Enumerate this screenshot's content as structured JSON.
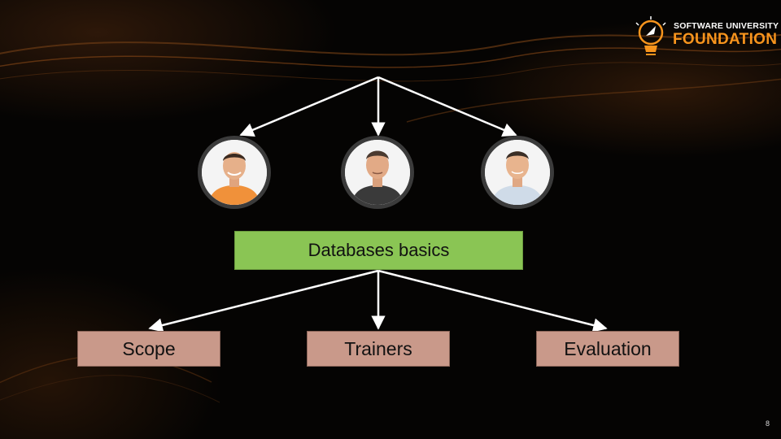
{
  "logo": {
    "line1": "SOFTWARE UNIVERSITY",
    "line2": "FOUNDATION",
    "icon": "lightbulb-rocket-icon",
    "accent_color": "#f7941d"
  },
  "colors": {
    "topic_box": "#8ac554",
    "node_box": "#c9998a",
    "arrow": "#ffffff"
  },
  "trainers": [
    {
      "name": "trainer-photo-1",
      "shirt": "#f0913a"
    },
    {
      "name": "trainer-photo-2",
      "shirt": "#3a3a3a"
    },
    {
      "name": "trainer-photo-3",
      "shirt": "#cfdbe8"
    }
  ],
  "topic": "Databases basics",
  "nodes": [
    "Scope",
    "Trainers",
    "Evaluation"
  ],
  "page_number": "8"
}
